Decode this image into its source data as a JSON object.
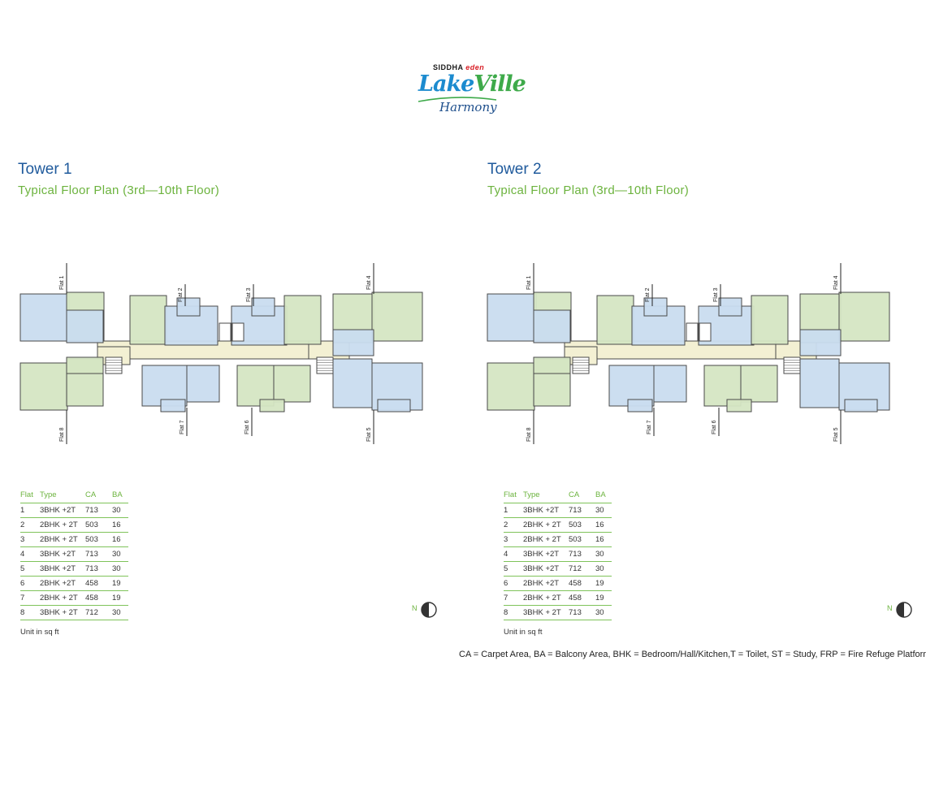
{
  "logo": {
    "brand_top_a": "SIDDHA",
    "brand_top_b": "eden",
    "name_a": "Lake",
    "name_b": "Ville",
    "name_sub": "Harmony"
  },
  "towers": [
    {
      "title": "Tower 1",
      "subtitle": "Typical Floor Plan (3rd—10th Floor)",
      "flat_labels": [
        "Flat 1",
        "Flat 2",
        "Flat 3",
        "Flat 4",
        "Flat 5",
        "Flat 6",
        "Flat 7",
        "Flat 8"
      ],
      "table": {
        "headers": [
          "Flat",
          "Type",
          "CA",
          "BA"
        ],
        "rows": [
          [
            "1",
            "3BHK +2T",
            "713",
            "30"
          ],
          [
            "2",
            "2BHK + 2T",
            "503",
            "16"
          ],
          [
            "3",
            "2BHK + 2T",
            "503",
            "16"
          ],
          [
            "4",
            "3BHK +2T",
            "713",
            "30"
          ],
          [
            "5",
            "3BHK +2T",
            "713",
            "30"
          ],
          [
            "6",
            "2BHK +2T",
            "458",
            "19"
          ],
          [
            "7",
            "2BHK + 2T",
            "458",
            "19"
          ],
          [
            "8",
            "3BHK + 2T",
            "712",
            "30"
          ]
        ]
      },
      "unit_note": "Unit in sq ft",
      "north_label": "N"
    },
    {
      "title": "Tower 2",
      "subtitle": "Typical Floor Plan (3rd—10th Floor)",
      "flat_labels": [
        "Flat 1",
        "Flat 2",
        "Flat 3",
        "Flat 4",
        "Flat 5",
        "Flat 6",
        "Flat 7",
        "Flat 8"
      ],
      "table": {
        "headers": [
          "Flat",
          "Type",
          "CA",
          "BA"
        ],
        "rows": [
          [
            "1",
            "3BHK +2T",
            "713",
            "30"
          ],
          [
            "2",
            "2BHK + 2T",
            "503",
            "16"
          ],
          [
            "3",
            "2BHK + 2T",
            "503",
            "16"
          ],
          [
            "4",
            "3BHK +2T",
            "713",
            "30"
          ],
          [
            "5",
            "3BHK +2T",
            "712",
            "30"
          ],
          [
            "6",
            "2BHK +2T",
            "458",
            "19"
          ],
          [
            "7",
            "2BHK + 2T",
            "458",
            "19"
          ],
          [
            "8",
            "3BHK + 2T",
            "713",
            "30"
          ]
        ]
      },
      "unit_note": "Unit in sq ft",
      "north_label": "N"
    }
  ],
  "legend": "CA = Carpet Area, BA = Balcony Area,  BHK = Bedroom/Hall/Kitchen,T = Toilet, ST = Study, FRP = Fire Refuge Platform",
  "colors": {
    "blue_flat": "#c9dcef",
    "green_flat": "#d5e6c3",
    "corridor": "#f3f0d3",
    "wall": "#4a4a4a",
    "title_blue": "#1f5a9c",
    "accent_green": "#6cb33e"
  }
}
